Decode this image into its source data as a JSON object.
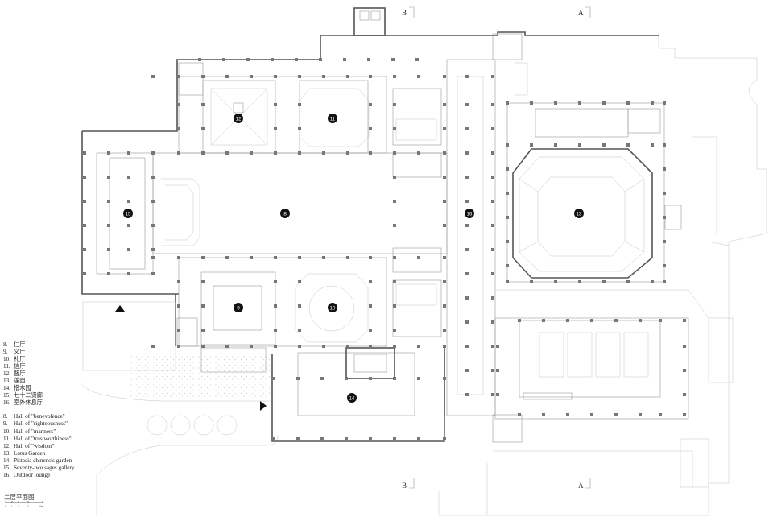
{
  "legend_zh": [
    {
      "num": "8.",
      "label": "仁厅"
    },
    {
      "num": "9.",
      "label": "义厅"
    },
    {
      "num": "10.",
      "label": "礼厅"
    },
    {
      "num": "11.",
      "label": "信厅"
    },
    {
      "num": "12.",
      "label": "智厅"
    },
    {
      "num": "13.",
      "label": "莲园"
    },
    {
      "num": "14.",
      "label": "楷木园"
    },
    {
      "num": "15.",
      "label": "七十二贤廊"
    },
    {
      "num": "16.",
      "label": "室外休息厅"
    }
  ],
  "legend_en": [
    {
      "num": "8.",
      "label": "Hall of \"benevolence\""
    },
    {
      "num": "9.",
      "label": "Hall of \"righteousness\""
    },
    {
      "num": "10.",
      "label": "Hall of \"manners\""
    },
    {
      "num": "11.",
      "label": "Hall of \"trustworthiness\""
    },
    {
      "num": "12.",
      "label": "Hall of \"wisdom\""
    },
    {
      "num": "13.",
      "label": "Lotus Garden"
    },
    {
      "num": "14.",
      "label": "Pistacia chinensis garden"
    },
    {
      "num": "15.",
      "label": "Seventy-two sages gallery"
    },
    {
      "num": "16.",
      "label": "Outdoor lounge"
    }
  ],
  "plan_title": "二层平面图",
  "scale_labels": [
    "0",
    "1",
    "2",
    "5",
    "10m"
  ],
  "section_marks": {
    "b": "B",
    "a": "A"
  },
  "room_markers": [
    "8",
    "9",
    "10",
    "11",
    "12",
    "13",
    "14",
    "15",
    "16"
  ]
}
